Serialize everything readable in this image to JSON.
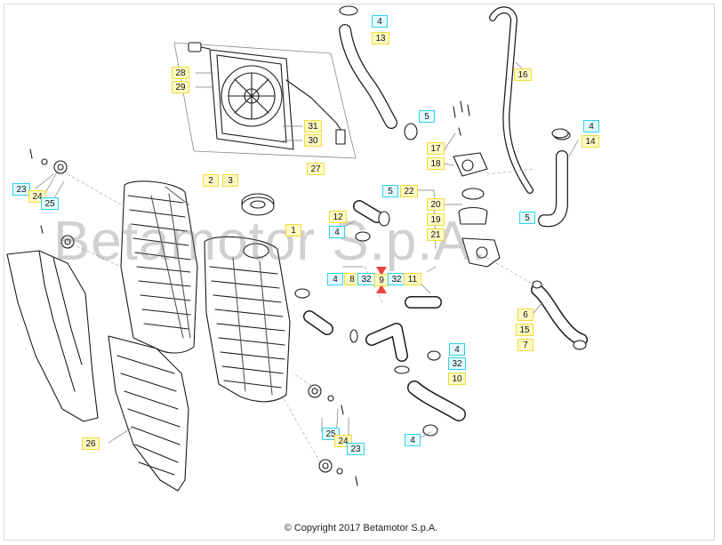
{
  "watermark": "Betamotor S.p.A.",
  "copyright": "© Copyright 2017 Betamotor S.p.A.",
  "colors": {
    "yellow_label_bg": "#fff9c4",
    "yellow_label_border": "#f0dc3a",
    "cyan_label_bg": "#e3fbff",
    "cyan_label_border": "#2fd3ea",
    "marker": "#e8453c",
    "line": "#1a1a1a"
  },
  "callouts": [
    {
      "id": "c4a",
      "text": "4"
    },
    {
      "id": "c13",
      "text": "13"
    },
    {
      "id": "c16",
      "text": "16"
    },
    {
      "id": "c28",
      "text": "28"
    },
    {
      "id": "c29",
      "text": "29"
    },
    {
      "id": "c31",
      "text": "31"
    },
    {
      "id": "c30",
      "text": "30"
    },
    {
      "id": "c27",
      "text": "27"
    },
    {
      "id": "c5a",
      "text": "5"
    },
    {
      "id": "c17",
      "text": "17"
    },
    {
      "id": "c18",
      "text": "18"
    },
    {
      "id": "c4b",
      "text": "4"
    },
    {
      "id": "c14",
      "text": "14"
    },
    {
      "id": "c23a",
      "text": "23"
    },
    {
      "id": "c24a",
      "text": "24"
    },
    {
      "id": "c25a",
      "text": "25"
    },
    {
      "id": "c2",
      "text": "2"
    },
    {
      "id": "c3",
      "text": "3"
    },
    {
      "id": "c5b",
      "text": "5"
    },
    {
      "id": "c22",
      "text": "22"
    },
    {
      "id": "c20",
      "text": "20"
    },
    {
      "id": "c19",
      "text": "19"
    },
    {
      "id": "c5c",
      "text": "5"
    },
    {
      "id": "c12",
      "text": "12"
    },
    {
      "id": "c1",
      "text": "1"
    },
    {
      "id": "c4c",
      "text": "4"
    },
    {
      "id": "c21",
      "text": "21"
    },
    {
      "id": "c4d",
      "text": "4"
    },
    {
      "id": "c8",
      "text": "8"
    },
    {
      "id": "c32a",
      "text": "32"
    },
    {
      "id": "c9",
      "text": "9"
    },
    {
      "id": "c32b",
      "text": "32"
    },
    {
      "id": "c11",
      "text": "11"
    },
    {
      "id": "c6",
      "text": "6"
    },
    {
      "id": "c15",
      "text": "15"
    },
    {
      "id": "c7",
      "text": "7"
    },
    {
      "id": "c4e",
      "text": "4"
    },
    {
      "id": "c32c",
      "text": "32"
    },
    {
      "id": "c10",
      "text": "10"
    },
    {
      "id": "c26",
      "text": "26"
    },
    {
      "id": "c25b",
      "text": "25"
    },
    {
      "id": "c24b",
      "text": "24"
    },
    {
      "id": "c23b",
      "text": "23"
    },
    {
      "id": "c4f",
      "text": "4"
    }
  ]
}
